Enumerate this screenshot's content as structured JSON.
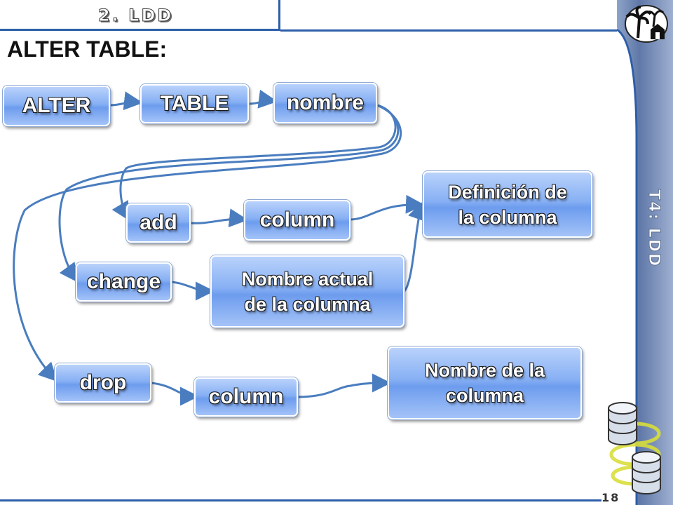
{
  "header": {
    "section": "2. LDD",
    "title": "ALTER TABLE:"
  },
  "side": {
    "label": "T4: LDD"
  },
  "footer": {
    "page": "18"
  },
  "nodes": {
    "alter": "ALTER",
    "table": "TABLE",
    "nombre": "nombre",
    "add": "add",
    "column_add": "column",
    "definicion": "Definición de la columna",
    "change": "change",
    "nombre_actual": "Nombre actual de la columna",
    "drop": "drop",
    "column_drop": "column",
    "nombre_de_la": "Nombre de la columna"
  },
  "colors": {
    "accent": "#2d5ea8",
    "box": "#87b0f4",
    "arrow": "#4a7dbf"
  },
  "icons": {
    "logo": "palm-tree-house-icon",
    "databases": "database-stack-icon"
  }
}
